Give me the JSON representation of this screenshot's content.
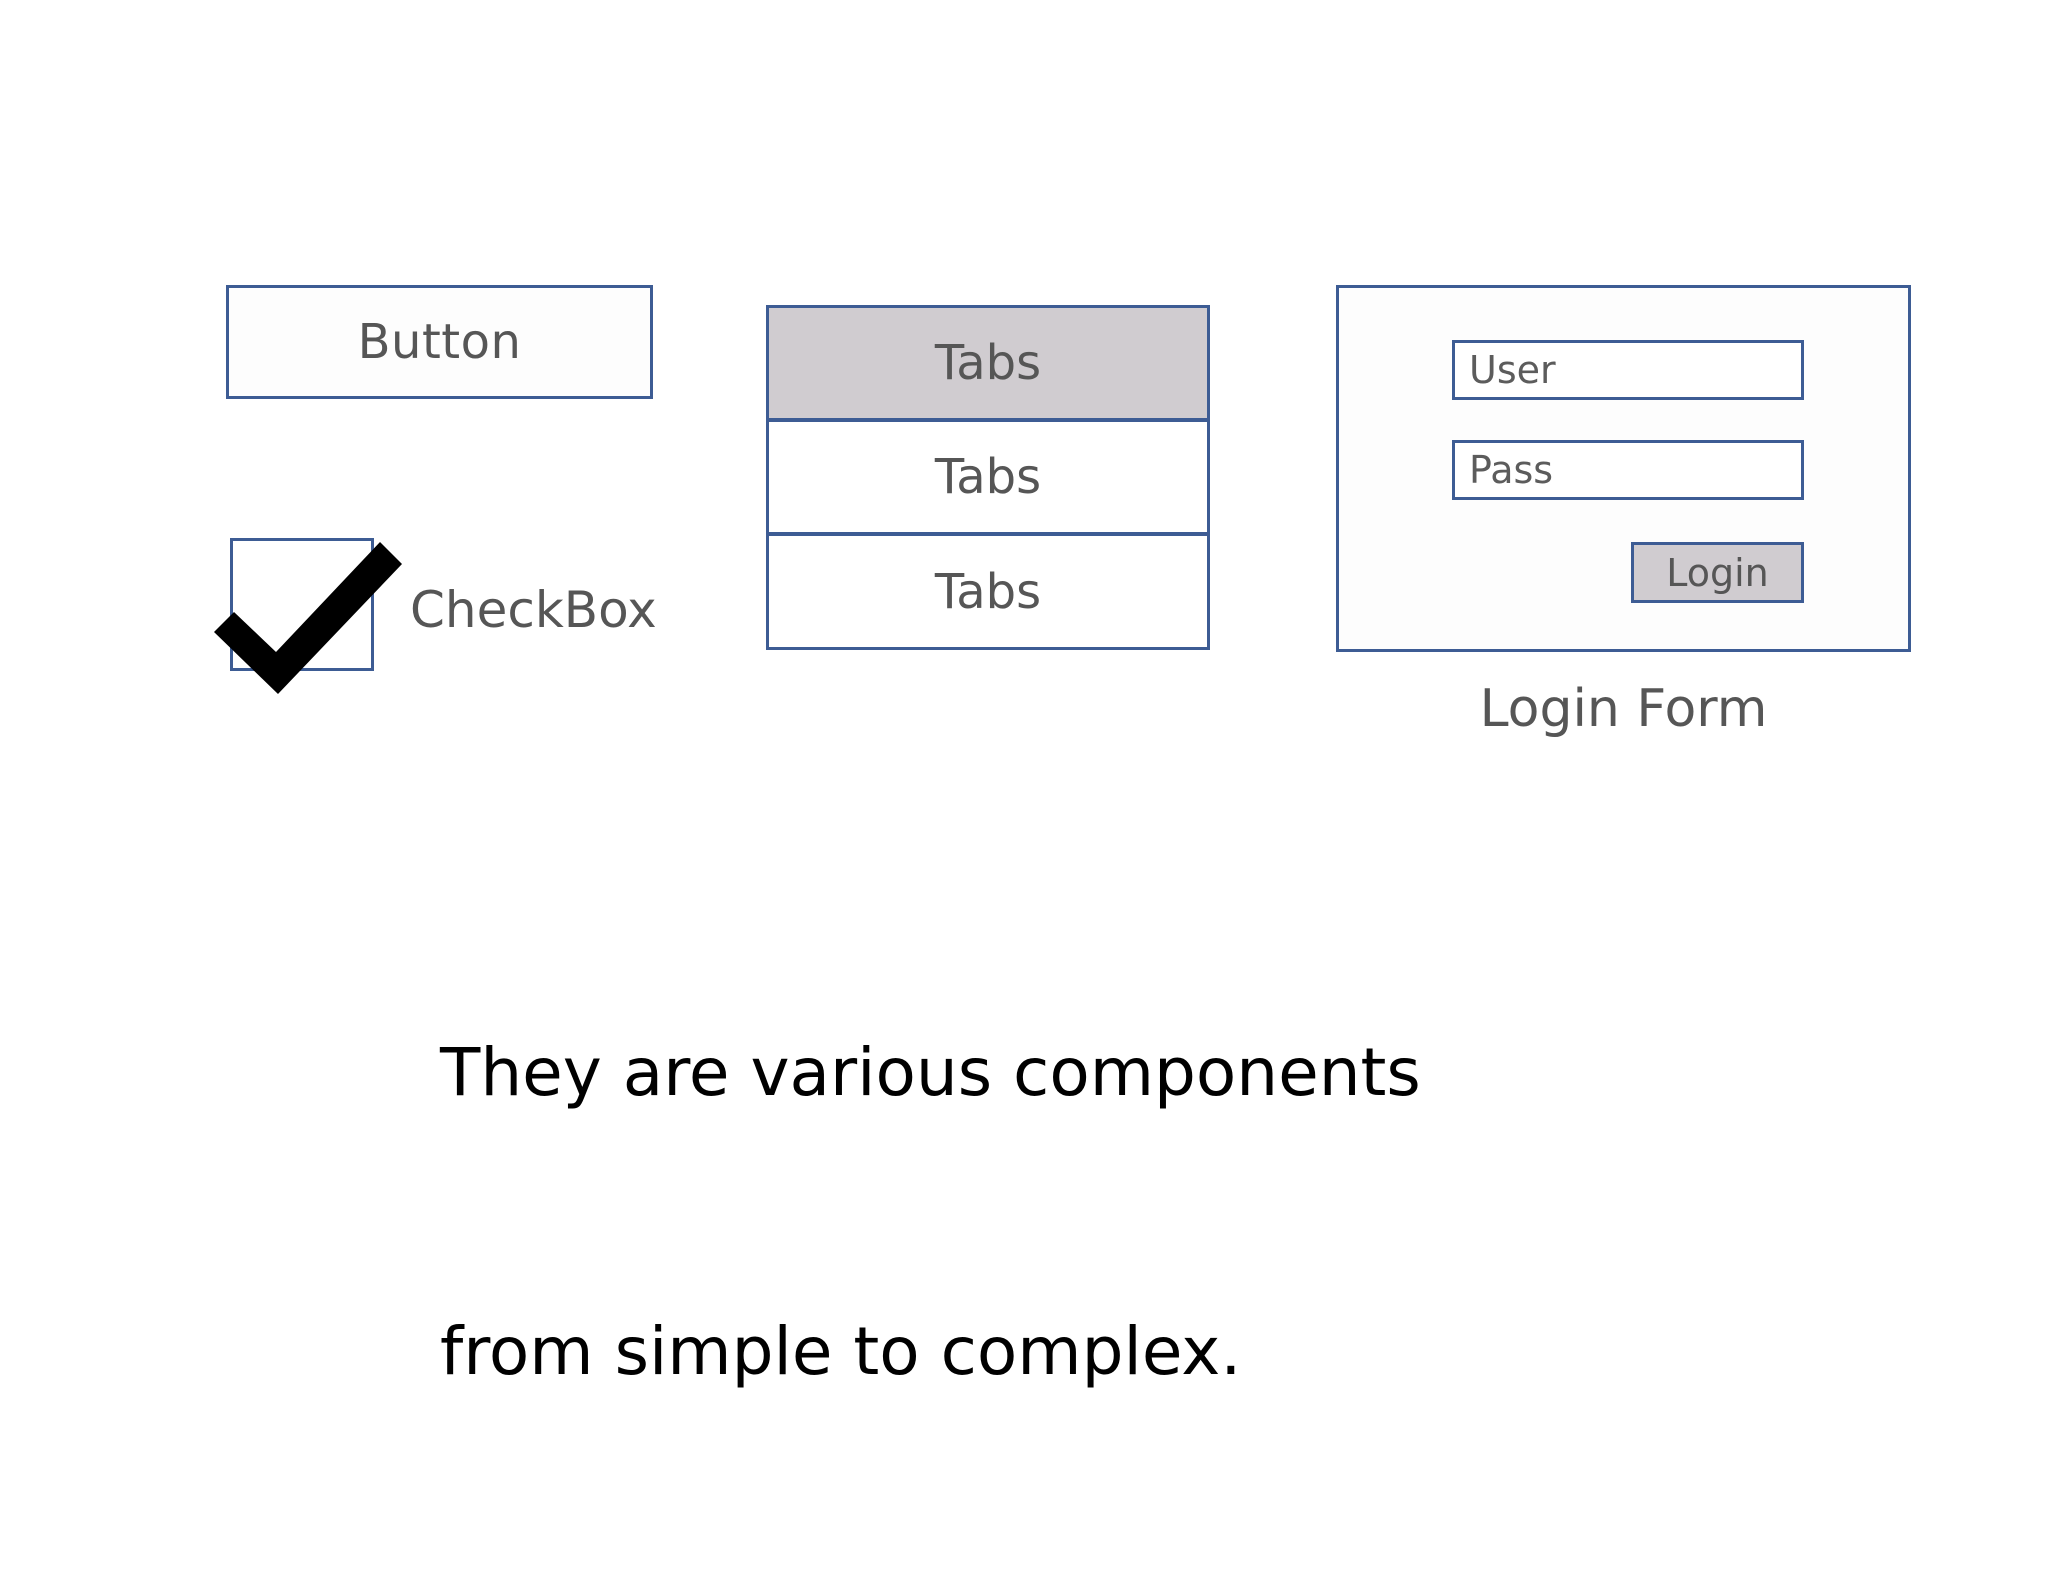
{
  "slide": {
    "background_color": "#ffffff",
    "accent_border_color": "#3d5c94",
    "muted_text_color": "#565656",
    "selected_fill_color": "#d0ccd0",
    "body_text_color": "#000000"
  },
  "components": {
    "button": {
      "label": "Button"
    },
    "checkbox": {
      "label": "CheckBox",
      "checked": "true",
      "check_icon": "check-mark-icon"
    },
    "tabs": {
      "items": [
        {
          "label": "Tabs",
          "selected": "true"
        },
        {
          "label": "Tabs",
          "selected": "false"
        },
        {
          "label": "Tabs",
          "selected": "false"
        }
      ]
    },
    "login_form": {
      "caption": "Login Form",
      "fields": [
        {
          "value": "User",
          "placeholder": "User"
        },
        {
          "value": "Pass",
          "placeholder": "Pass"
        }
      ],
      "submit_label": "Login"
    }
  },
  "body_copy": {
    "line1": "They are various components",
    "line2": "from simple to complex."
  }
}
